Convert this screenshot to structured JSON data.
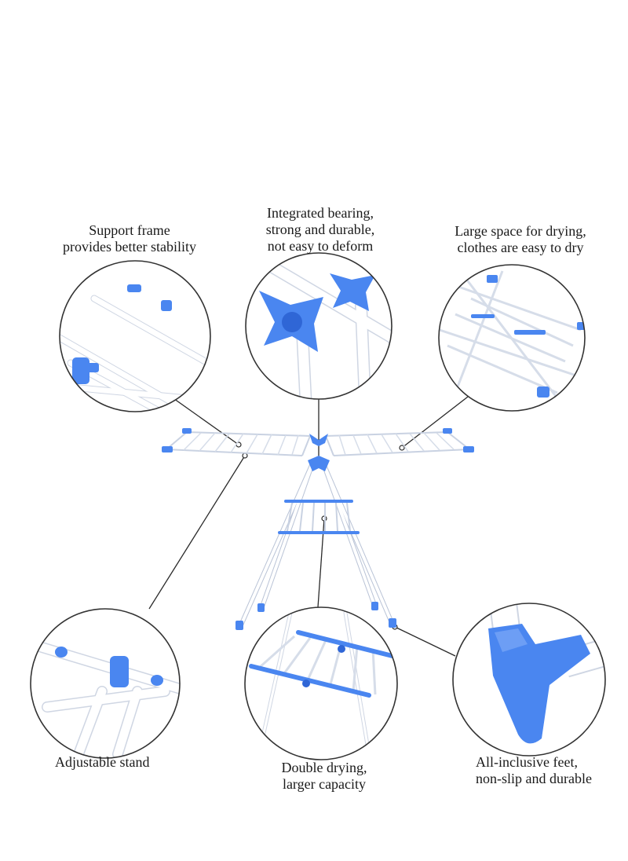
{
  "captions": {
    "support_frame": "Support frame\nprovides better stability",
    "bearing": "Integrated bearing,\nstrong and durable,\nnot easy to deform",
    "large_space": "Large space for drying,\nclothes are easy to dry",
    "adjustable": "Adjustable stand",
    "double": "Double drying,\nlarger capacity",
    "feet": "All-inclusive feet,\nnon-slip and durable"
  },
  "colors": {
    "accent": "#4a86f0",
    "accent_dark": "#2f66d6",
    "frame": "#ffffff",
    "frame_outline": "#b9c3d6",
    "leader": "#2a2a2a",
    "circle": "#333333"
  }
}
